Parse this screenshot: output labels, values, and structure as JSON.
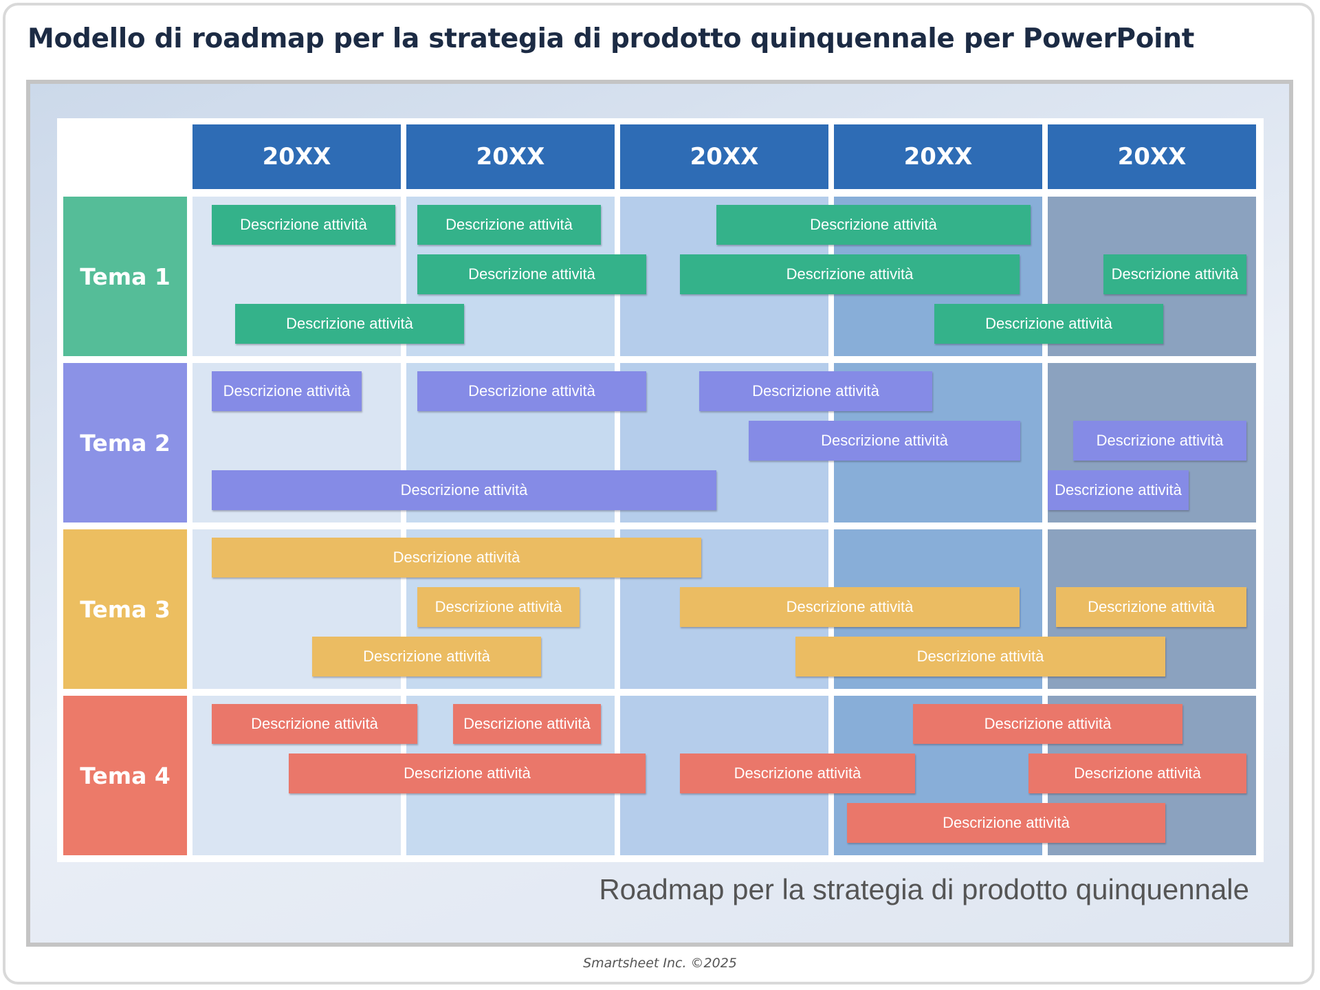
{
  "page": {
    "title": "Modello di roadmap per la strategia di prodotto quinquennale per PowerPoint",
    "subtitle": "Roadmap per la strategia di prodotto quinquennale",
    "footer": "Smartsheet Inc. ©2025"
  },
  "years": [
    "20XX",
    "20XX",
    "20XX",
    "20XX",
    "20XX"
  ],
  "colors": {
    "header": "#2e6cb5",
    "columns": [
      "#dae5f3",
      "#c6daf0",
      "#b5cdeb",
      "#88aed8",
      "#8ba2bf"
    ],
    "themes": {
      "Tema 1": {
        "label": "#55bd98",
        "task": "#34b28a"
      },
      "Tema 2": {
        "label": "#8b92e6",
        "task": "#858be6"
      },
      "Tema 3": {
        "label": "#ecbe60",
        "task": "#ebbc62"
      },
      "Tema 4": {
        "label": "#ec7a69",
        "task": "#ea776a"
      }
    }
  },
  "themes": [
    {
      "name": "Tema 1",
      "tasks": [
        {
          "label": "Descrizione attività",
          "start": 0.09,
          "end": 0.95,
          "row": 0
        },
        {
          "label": "Descrizione attività",
          "start": 1.05,
          "end": 1.91,
          "row": 0
        },
        {
          "label": "Descrizione attività",
          "start": 2.45,
          "end": 3.92,
          "row": 0
        },
        {
          "label": "Descrizione attività",
          "start": 1.05,
          "end": 2.12,
          "row": 1
        },
        {
          "label": "Descrizione attività",
          "start": 2.28,
          "end": 3.87,
          "row": 1
        },
        {
          "label": "Descrizione attività",
          "start": 4.26,
          "end": 4.93,
          "row": 1
        },
        {
          "label": "Descrizione attività",
          "start": 0.2,
          "end": 1.27,
          "row": 2
        },
        {
          "label": "Descrizione attività",
          "start": 3.47,
          "end": 4.54,
          "row": 2
        }
      ]
    },
    {
      "name": "Tema 2",
      "tasks": [
        {
          "label": "Descrizione attività",
          "start": 0.09,
          "end": 0.79,
          "row": 0
        },
        {
          "label": "Descrizione attività",
          "start": 1.05,
          "end": 2.12,
          "row": 0
        },
        {
          "label": "Descrizione attività",
          "start": 2.37,
          "end": 3.46,
          "row": 0
        },
        {
          "label": "Descrizione attività",
          "start": 2.6,
          "end": 3.87,
          "row": 1
        },
        {
          "label": "Descrizione attività",
          "start": 4.12,
          "end": 4.93,
          "row": 1
        },
        {
          "label": "Descrizione attività",
          "start": 0.09,
          "end": 2.45,
          "row": 2
        },
        {
          "label": "Descrizione attività",
          "start": 4.0,
          "end": 4.66,
          "row": 2
        }
      ]
    },
    {
      "name": "Tema 3",
      "tasks": [
        {
          "label": "Descrizione attività",
          "start": 0.09,
          "end": 2.38,
          "row": 0
        },
        {
          "label": "Descrizione attività",
          "start": 1.05,
          "end": 1.81,
          "row": 1
        },
        {
          "label": "Descrizione attività",
          "start": 2.28,
          "end": 3.87,
          "row": 1
        },
        {
          "label": "Descrizione attività",
          "start": 4.04,
          "end": 4.93,
          "row": 1
        },
        {
          "label": "Descrizione attività",
          "start": 0.56,
          "end": 1.63,
          "row": 2
        },
        {
          "label": "Descrizione attività",
          "start": 2.82,
          "end": 4.55,
          "row": 2
        }
      ]
    },
    {
      "name": "Tema 4",
      "tasks": [
        {
          "label": "Descrizione attività",
          "start": 0.09,
          "end": 1.05,
          "row": 0
        },
        {
          "label": "Descrizione attività",
          "start": 1.22,
          "end": 1.91,
          "row": 0
        },
        {
          "label": "Descrizione attività",
          "start": 3.37,
          "end": 4.63,
          "row": 0
        },
        {
          "label": "Descrizione attività",
          "start": 0.45,
          "end": 2.12,
          "row": 1
        },
        {
          "label": "Descrizione attività",
          "start": 2.28,
          "end": 3.38,
          "row": 1
        },
        {
          "label": "Descrizione attività",
          "start": 3.91,
          "end": 4.93,
          "row": 1
        },
        {
          "label": "Descrizione attività",
          "start": 3.06,
          "end": 4.55,
          "row": 2
        }
      ]
    }
  ]
}
